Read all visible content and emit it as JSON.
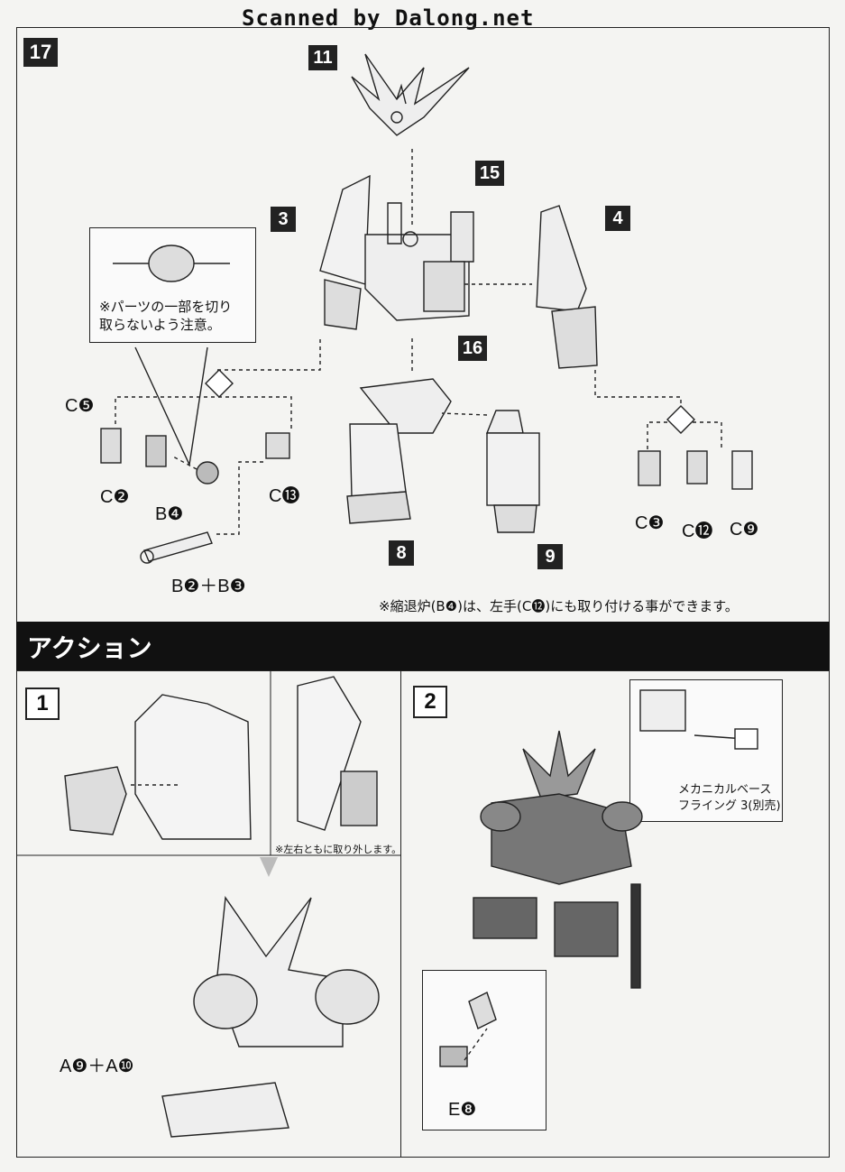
{
  "watermark": "Scanned by Dalong.net",
  "step": {
    "number": "17",
    "callouts": {
      "c11": "11",
      "c15": "15",
      "c3": "3",
      "c4": "4",
      "c16": "16",
      "c8": "8",
      "c9": "9"
    },
    "zoom_note": "※パーツの一部を切り\n取らないよう注意。",
    "parts": {
      "c5": "C❺",
      "c2": "C❷",
      "b4": "B❹",
      "c13": "C⓭",
      "b2b3": "B❷＋B❸",
      "c3": "C❸",
      "c12": "C⓬",
      "c9": "C❾"
    },
    "footnote": "※縮退炉(B❹)は、左手(C⓬)にも取り付ける事ができます。"
  },
  "action": {
    "title": "アクション",
    "panel1": {
      "number": "1",
      "note": "※左右ともに取り外します。",
      "parts_label": "A❾＋A❿"
    },
    "panel2": {
      "number": "2",
      "stand_label": "メカニカルベース\nフライング 3(別売)",
      "parts_label": "E❽"
    }
  }
}
